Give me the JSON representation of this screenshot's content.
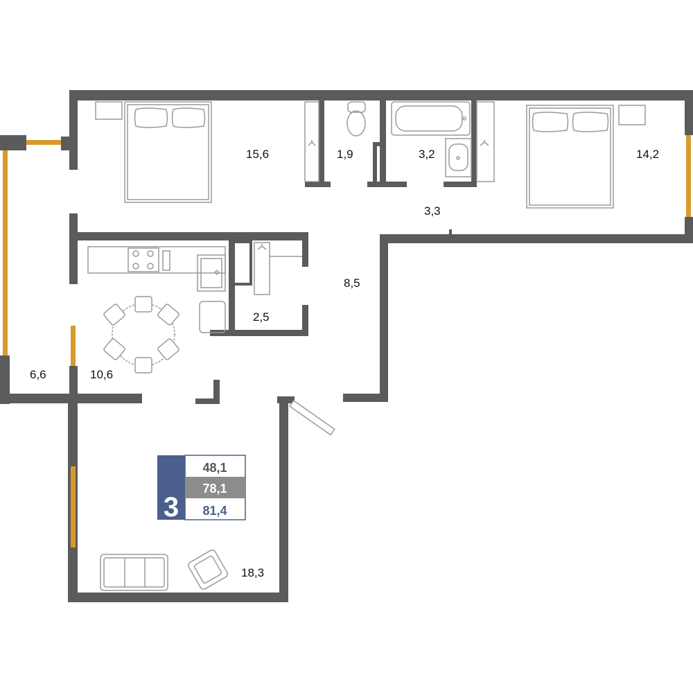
{
  "rooms": [
    {
      "id": "bedroom-1",
      "area": "15,6"
    },
    {
      "id": "toilet",
      "area": "1,9"
    },
    {
      "id": "bathroom",
      "area": "3,2"
    },
    {
      "id": "bedroom-2",
      "area": "14,2"
    },
    {
      "id": "corridor",
      "area": "3,3"
    },
    {
      "id": "hall",
      "area": "8,5"
    },
    {
      "id": "wardrobe",
      "area": "2,5"
    },
    {
      "id": "balcony",
      "area": "6,6"
    },
    {
      "id": "kitchen",
      "area": "10,6"
    },
    {
      "id": "living-room",
      "area": "18,3"
    }
  ],
  "summary": {
    "rooms_count": "3",
    "living_area": "48,1",
    "total_area": "78,1",
    "area_with_balcony": "81,4"
  },
  "colors": {
    "wall": "#5b5b5b",
    "window": "#d89a2a",
    "badge": "#4a5f8c",
    "gray_band": "#8c8c8c",
    "furniture": "#9a9a9a"
  }
}
